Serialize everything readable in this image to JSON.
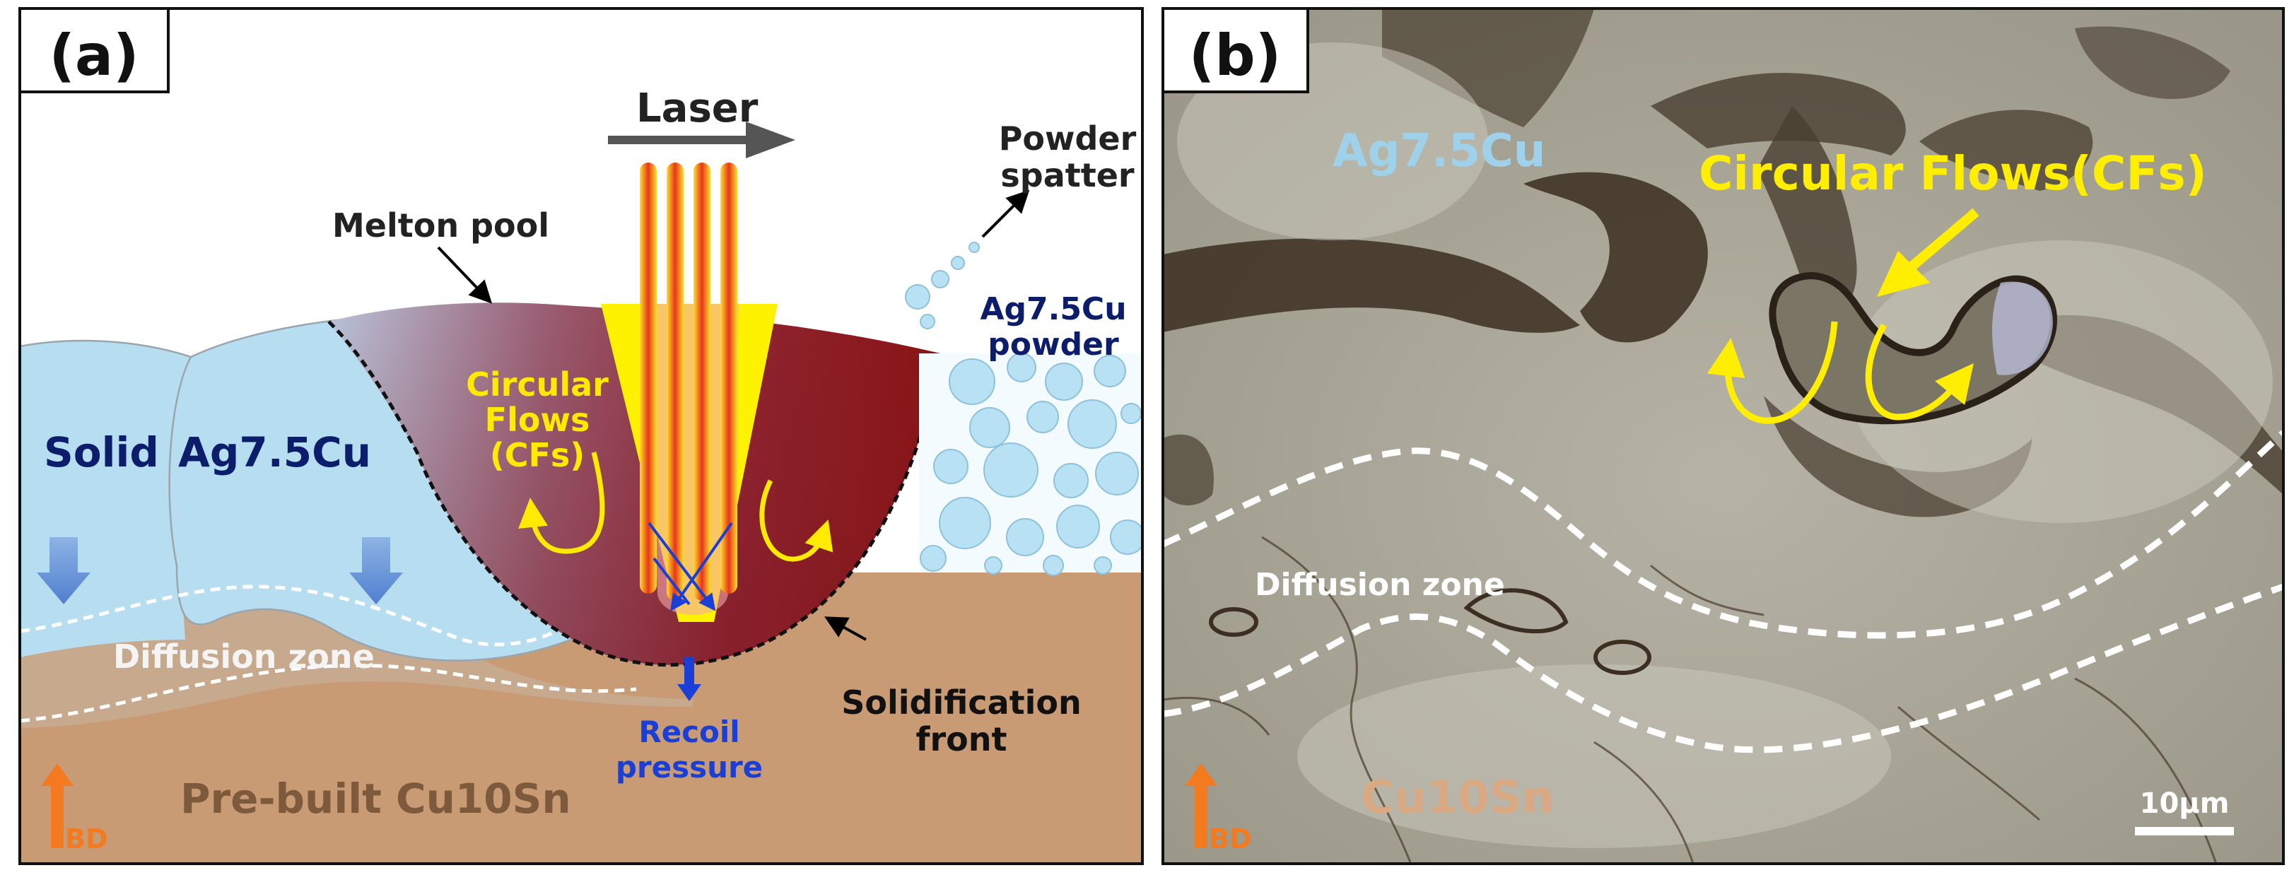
{
  "panel_a": {
    "tag": "(a)",
    "laser": "Laser",
    "powder_spatter": [
      "Powder",
      "spatter"
    ],
    "melton_pool": "Melton pool",
    "ag_powder": [
      "Ag7.5Cu",
      "powder"
    ],
    "circular_flows": [
      "Circular",
      "Flows",
      "(CFs)"
    ],
    "solid": "Solid",
    "solid_alloy": "Ag7.5Cu",
    "diffusion_zone": "Diffusion zone",
    "recoil_pressure": [
      "Recoil",
      "pressure"
    ],
    "solidification_front": [
      "Solidification",
      "front"
    ],
    "prebuilt": "Pre-built Cu10Sn",
    "bd": "BD"
  },
  "panel_b": {
    "tag": "(b)",
    "alloy_top": "Ag7.5Cu",
    "circular_flows": "Circular Flows(CFs)",
    "diffusion_zone": "Diffusion zone",
    "alloy_bottom": "Cu10Sn",
    "scale_bar": "10μm",
    "bd": "BD"
  },
  "colors": {
    "solid_blue": "#b6def0",
    "substrate": "#c99b74",
    "melt_dark": "#8e1818",
    "laser_yellow": "#fff200",
    "flow_yellow": "#ffea00",
    "label_navy": "#0b1d6b",
    "bd_orange": "#f47a20"
  }
}
